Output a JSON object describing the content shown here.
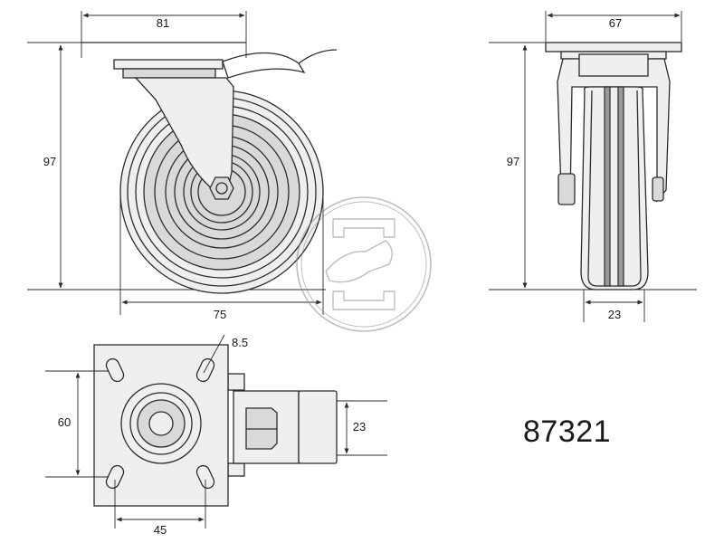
{
  "model_number": "87321",
  "views": {
    "side": {
      "plate_width": "81",
      "height": "97",
      "wheel_diameter": "75"
    },
    "front": {
      "plate_width": "67",
      "height": "97",
      "wheel_width": "23"
    },
    "top": {
      "slot_width": "8.5",
      "hole_spacing_vertical": "60",
      "hole_spacing_horizontal": "45",
      "brake_width": "23"
    }
  },
  "watermark": {
    "icon": "logo-emblem-icon"
  }
}
